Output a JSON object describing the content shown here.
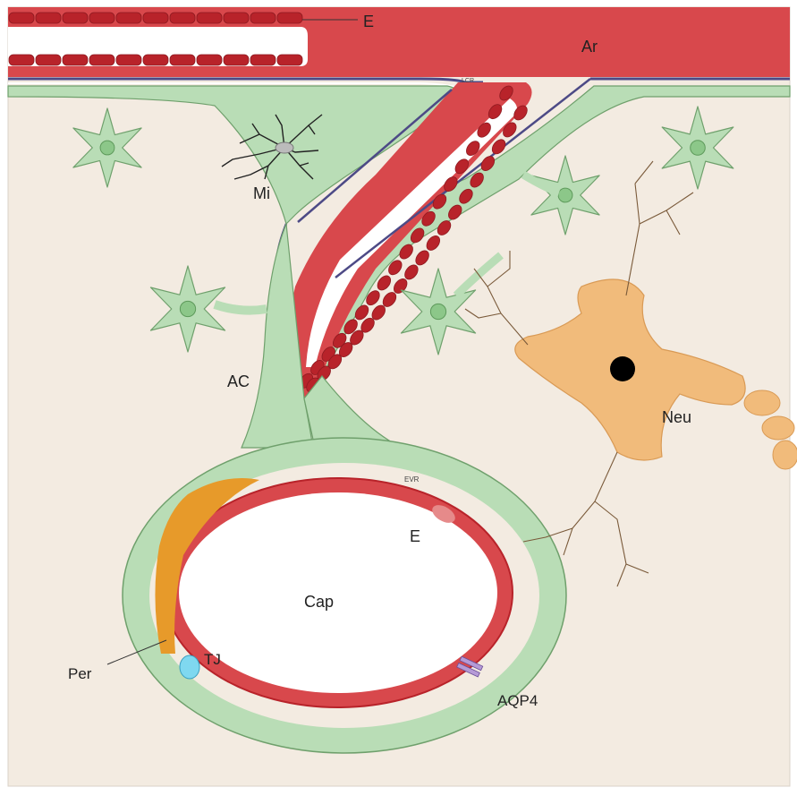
{
  "labels": {
    "endothelium_top": "E",
    "artery": "Ar",
    "lcr": "LCR",
    "microglia": "Mi",
    "astrocyte": "AC",
    "neuron": "Neu",
    "evr": "EVR",
    "endothelium_cap": "E",
    "capillary": "Cap",
    "tight_junction": "TJ",
    "pericyte": "Per",
    "aquaporin": "AQP4"
  },
  "colors": {
    "background": "#f3ebe1",
    "vessel_red": "#d8484c",
    "endothelium_dark": "#b8232a",
    "astrocyte_green": "#b9ddb6",
    "astrocyte_stroke": "#6fa06c",
    "basement_blue": "#4d4a86",
    "neuron_orange": "#f1bb7b",
    "pericyte_orange": "#e79a2a",
    "tj_cyan": "#7fd8f0",
    "aqp4_purple": "#b59ad6"
  }
}
